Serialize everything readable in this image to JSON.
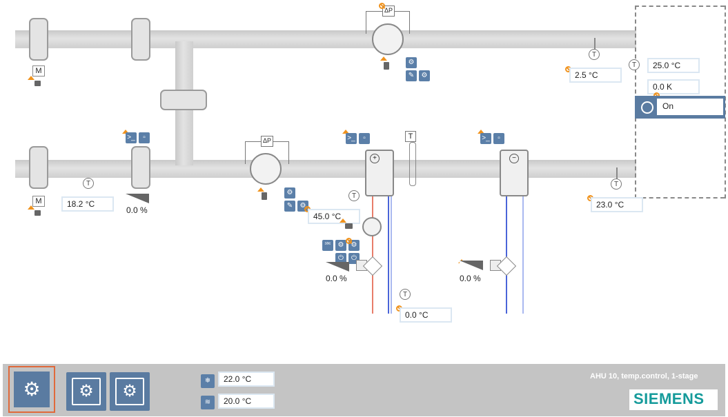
{
  "diagram": {
    "outdoor_temp": "2.5 °C",
    "supply_temp": "25.0 °C",
    "supply_diff": "0.0 K",
    "plant_state": "On",
    "extract_temp": "18.2 °C",
    "extract_damper_pos": "0.0 %",
    "fan_pressure": "45.0 °C",
    "heater_valve_pos": "0.0 %",
    "frost_temp": "0.0 °C",
    "cooler_valve_pos": "0.0 %",
    "room_temp": "23.0 °C",
    "motor_label": "M",
    "temp_sensor_label": "T",
    "pressure_label": "ΔP"
  },
  "footer": {
    "cooling_setpoint": "22.0 °C",
    "heating_setpoint": "20.0 °C",
    "plant_name": "AHU 10, temp.control, 1-stage",
    "brand": "SIEMENS"
  },
  "colors": {
    "accent": "#5a7ba1",
    "warning": "#f0931e",
    "selected_border": "#e0693a",
    "hot_pipe": "#e87d6a",
    "cold_pipe": "#4a64d8"
  }
}
